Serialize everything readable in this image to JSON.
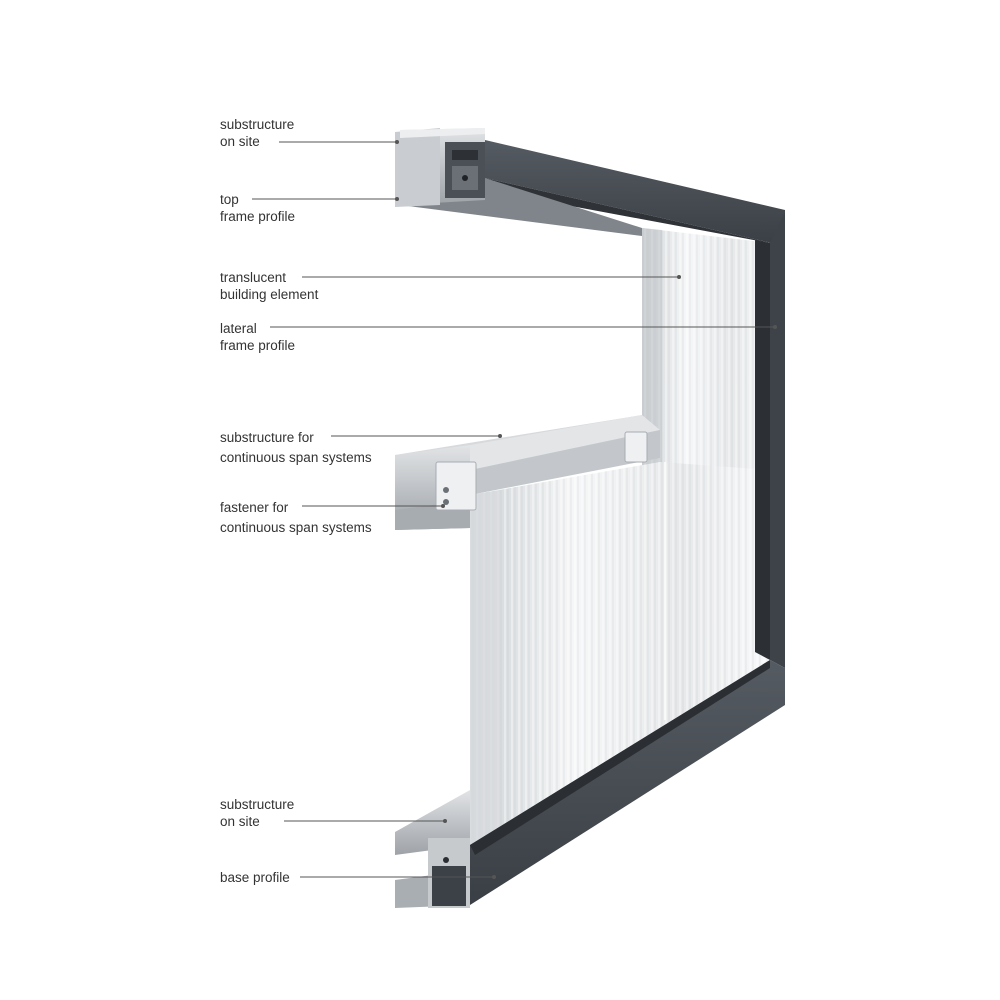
{
  "colors": {
    "frame_dark": "#3b4046",
    "frame_mid": "#4a5057",
    "frame_light": "#5a6168",
    "aluminium_light": "#d4d7da",
    "aluminium_mid": "#b7bbbf",
    "aluminium_dark": "#8e9398",
    "glass_light": "#f4f5f6",
    "glass_mid": "#dde0e3",
    "leader_line": "#555555",
    "label_text": "#333333"
  },
  "callouts": [
    {
      "id": "substructure-on-site-top",
      "lines": [
        "substructure",
        "on site"
      ]
    },
    {
      "id": "top-frame-profile",
      "lines": [
        "top",
        "frame profile"
      ]
    },
    {
      "id": "translucent-building-element",
      "lines": [
        "translucent",
        "building element"
      ]
    },
    {
      "id": "lateral-frame-profile",
      "lines": [
        "lateral",
        "frame profile"
      ]
    },
    {
      "id": "substructure-continuous-span",
      "lines": [
        "substructure for",
        "continuous span systems"
      ]
    },
    {
      "id": "fastener-continuous-span",
      "lines": [
        "fastener for",
        "continuous span systems"
      ]
    },
    {
      "id": "substructure-on-site-bottom",
      "lines": [
        "substructure",
        "on site"
      ]
    },
    {
      "id": "base-profile",
      "lines": [
        "base profile"
      ]
    }
  ]
}
